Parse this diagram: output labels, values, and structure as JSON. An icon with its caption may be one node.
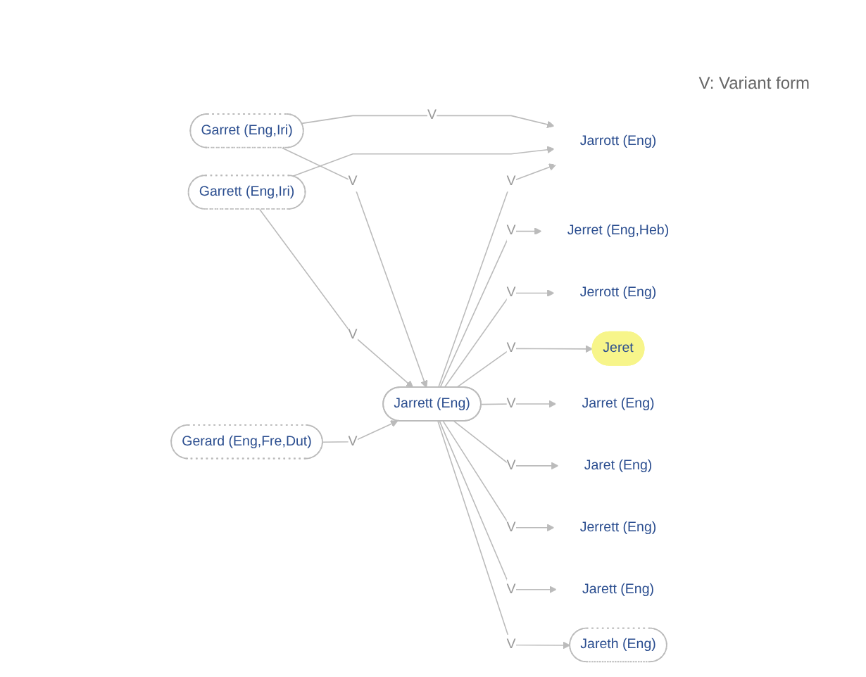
{
  "diagram": {
    "nodes": [
      {
        "text": [
          "Garret (Eng,Iri)"
        ]
      },
      {
        "text": [
          "Jarrott (Eng)"
        ]
      },
      {
        "text": [
          "Jerret (Eng,Heb)"
        ]
      },
      {
        "text": [
          "Garrett (Eng,Iri)"
        ]
      },
      {
        "text": [
          "Jerrott (Eng)"
        ]
      },
      {
        "text": [
          "Gerard (Eng,Fre,Dut)"
        ]
      },
      {
        "text": [
          "Jarrett (Eng)"
        ]
      },
      {
        "text": [
          "Jeret"
        ]
      },
      {
        "text": [
          "Jarret (Eng)"
        ]
      },
      {
        "text": [
          "Jaret (Eng)"
        ]
      },
      {
        "text": [
          "Jerrett (Eng)"
        ]
      },
      {
        "text": [
          "Jarett (Eng)"
        ]
      },
      {
        "text": [
          "Jareth (Eng)"
        ]
      }
    ],
    "edges": [
      {
        "from": 0,
        "to": 1,
        "arrow": "to",
        "label": "V"
      },
      {
        "from": 3,
        "to": 1,
        "arrow": "to"
      },
      {
        "from": 0,
        "to": 6,
        "arrow": "to",
        "label": "V"
      },
      {
        "from": 6,
        "to": 1,
        "arrow": "to",
        "label": "V"
      },
      {
        "from": 6,
        "to": 2,
        "arrow": "to",
        "label": "V"
      },
      {
        "from": 3,
        "to": 6,
        "arrow": "to",
        "label": "V"
      },
      {
        "from": 6,
        "to": 4,
        "arrow": "to",
        "label": "V"
      },
      {
        "from": 5,
        "to": 6,
        "arrow": "to",
        "label": "V"
      },
      {
        "from": 6,
        "to": 7,
        "arrow": "to",
        "label": "V"
      },
      {
        "from": 6,
        "to": 8,
        "arrow": "to",
        "label": "V"
      },
      {
        "from": 6,
        "to": 9,
        "arrow": "to",
        "label": "V"
      },
      {
        "from": 6,
        "to": 10,
        "arrow": "to",
        "label": "V"
      },
      {
        "from": 6,
        "to": 11,
        "arrow": "to",
        "label": "V"
      },
      {
        "from": 6,
        "to": 12,
        "arrow": "to",
        "label": "V"
      }
    ],
    "labels": [
      "V: Variant form"
    ]
  }
}
